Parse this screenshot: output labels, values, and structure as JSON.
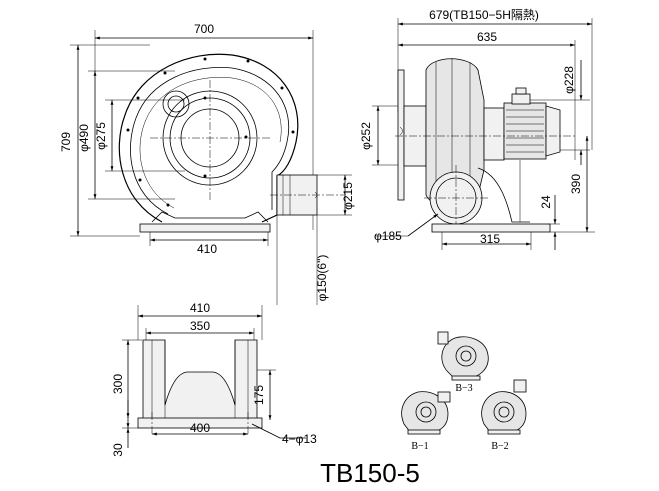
{
  "model": "TB150-5",
  "front_view": {
    "width": "700",
    "height": "709",
    "d_outer": "φ490",
    "d_inner": "φ275",
    "base_width": "410",
    "outlet_height": "φ215",
    "outlet_size": "φ150(6\")"
  },
  "side_view": {
    "overall": "679(TB150−5H隔熱)",
    "length": "635",
    "d_motor": "φ228",
    "d_inlet": "φ252",
    "d_pipe": "φ185",
    "center_height": "390",
    "foot_height": "24",
    "foot_span": "315"
  },
  "base_view": {
    "outer_width": "410",
    "inner_width": "350",
    "height": "300",
    "leg_height": "175",
    "bottom_width": "400",
    "foot_thickness": "30",
    "holes": "4−φ13"
  },
  "orientations": [
    "B−1",
    "B−2",
    "B−3"
  ]
}
